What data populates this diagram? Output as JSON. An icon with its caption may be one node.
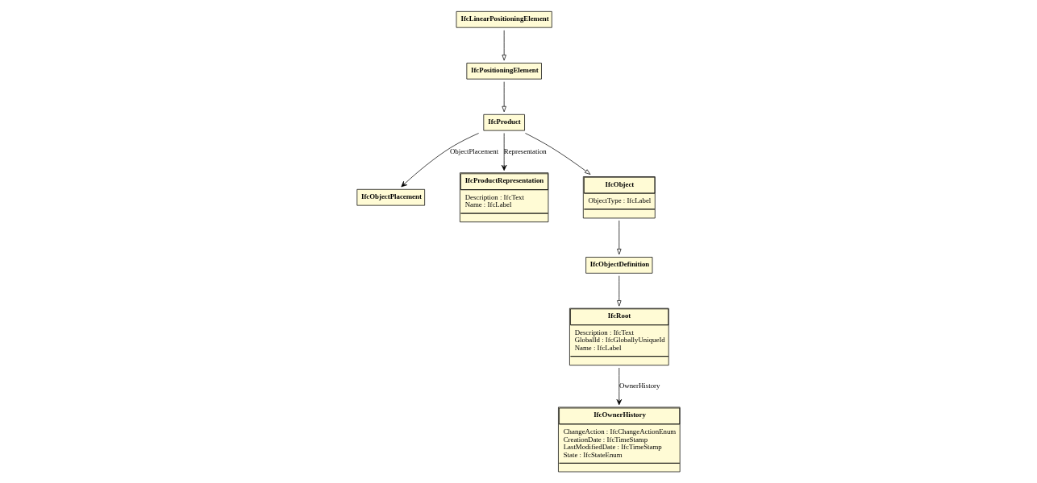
{
  "diagram": {
    "nodes": [
      {
        "text": [
          "IfcLinearPositioningElement"
        ]
      },
      {
        "text": [
          "IfcPositioningElement"
        ]
      },
      {
        "text": [
          "IfcObjectPlacement"
        ]
      },
      {
        "text": [
          "IfcProduct"
        ]
      },
      {
        "text": [
          "IfcProductRepresentation",
          "Description : IfcText",
          "Name : IfcLabel"
        ]
      },
      {
        "text": [
          "IfcRoot",
          "Description : IfcText",
          "GlobalId : IfcGloballyUniqueId",
          "Name : IfcLabel"
        ]
      },
      {
        "text": [
          "IfcOwnerHistory",
          "ChangeAction : IfcChangeActionEnum",
          "CreationDate : IfcTimeStamp",
          "LastModifiedDate : IfcTimeStamp",
          "State : IfcStateEnum"
        ]
      },
      {
        "text": [
          "IfcObject",
          "ObjectType : IfcLabel"
        ]
      },
      {
        "text": [
          "IfcObjectDefinition"
        ]
      }
    ],
    "edges": [
      {
        "from": 0,
        "to": 1,
        "arrow": "to"
      },
      {
        "from": 1,
        "to": 3,
        "arrow": "to"
      },
      {
        "from": 3,
        "to": 2,
        "arrow": "to",
        "label": "ObjectPlacement"
      },
      {
        "from": 3,
        "to": 4,
        "arrow": "to",
        "label": "Representation"
      },
      {
        "from": 3,
        "to": 7,
        "arrow": "to"
      },
      {
        "from": 7,
        "to": 8,
        "arrow": "to"
      },
      {
        "from": 8,
        "to": 5,
        "arrow": "to"
      },
      {
        "from": 5,
        "to": 6,
        "arrow": "to",
        "label": "OwnerHistory"
      }
    ]
  }
}
